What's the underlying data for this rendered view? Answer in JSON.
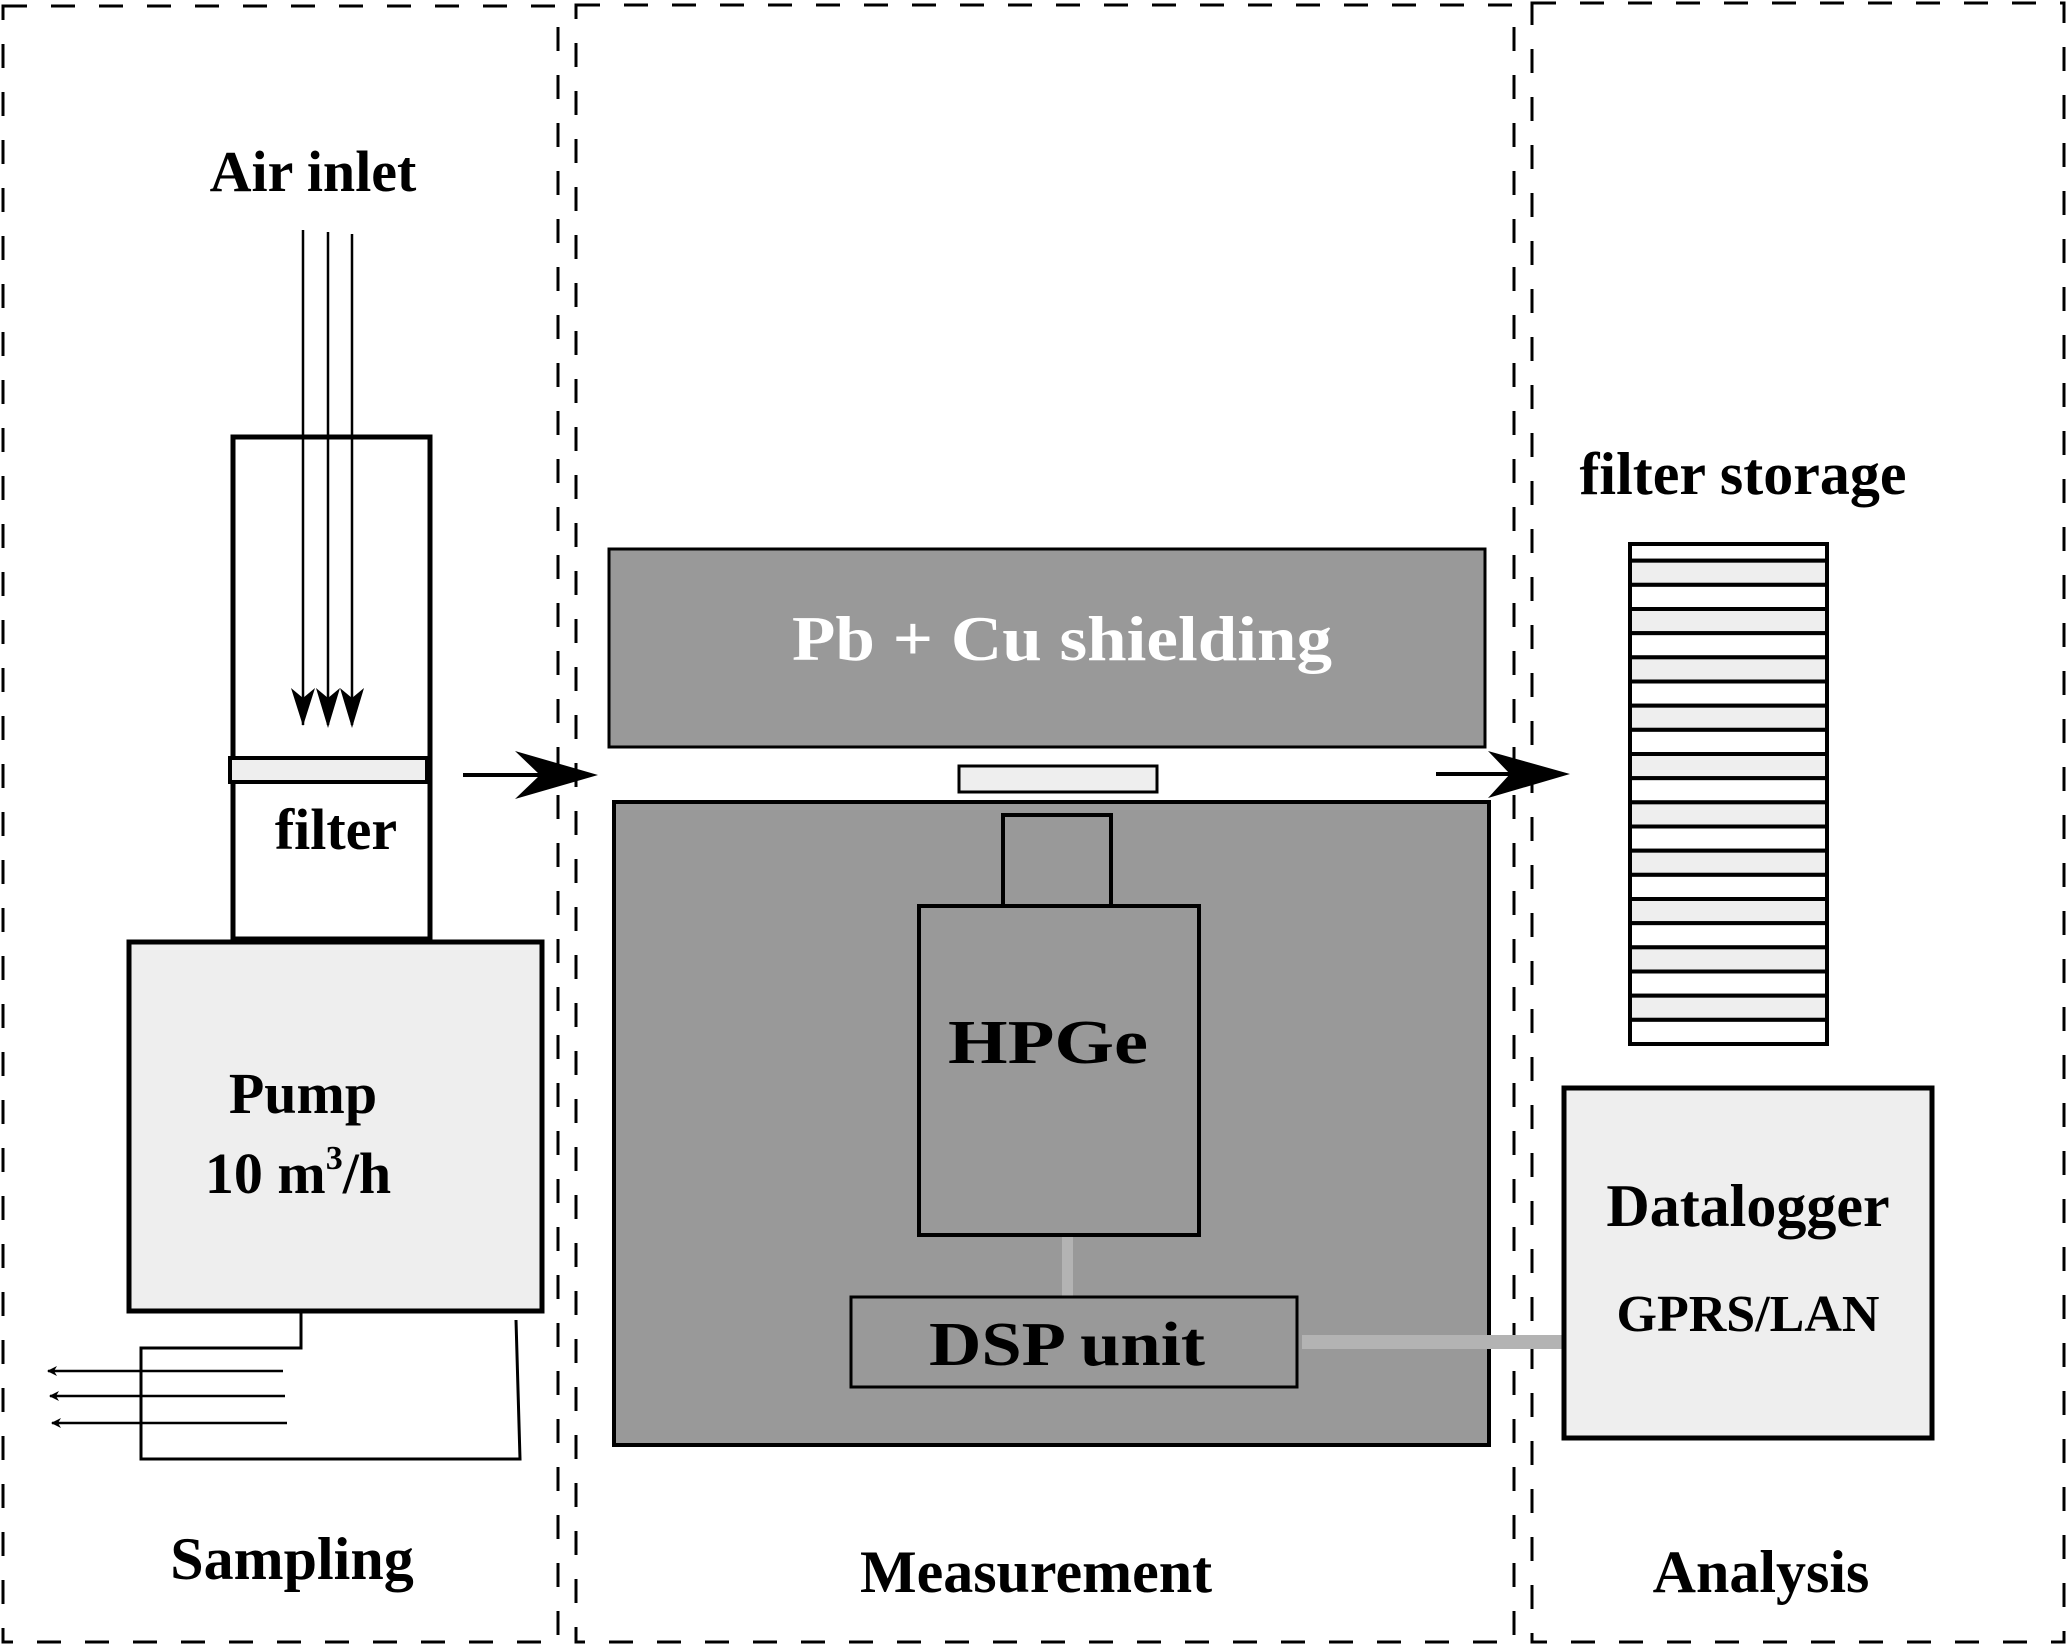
{
  "sections": {
    "sampling": {
      "title": "Sampling"
    },
    "measurement": {
      "title": "Measurement"
    },
    "analysis": {
      "title": "Analysis"
    }
  },
  "sampling": {
    "air_inlet_label": "Air inlet",
    "filter_label": "filter",
    "pump_label": "Pump",
    "pump_rate_value": "10 m",
    "pump_rate_exponent": "3",
    "pump_rate_unit": "/h"
  },
  "measurement": {
    "shielding_label": "Pb + Cu shielding",
    "detector_label": "HPGe",
    "dsp_label": "DSP unit"
  },
  "analysis": {
    "storage_label": "filter storage",
    "storage_slots": 21,
    "datalogger_label": "Datalogger",
    "datalogger_link_label": "GPRS/LAN"
  },
  "colors": {
    "shield_gray": "#999999",
    "light_fill": "#eeeeee",
    "connector_gray": "#b3b3b3",
    "line": "#000000"
  }
}
